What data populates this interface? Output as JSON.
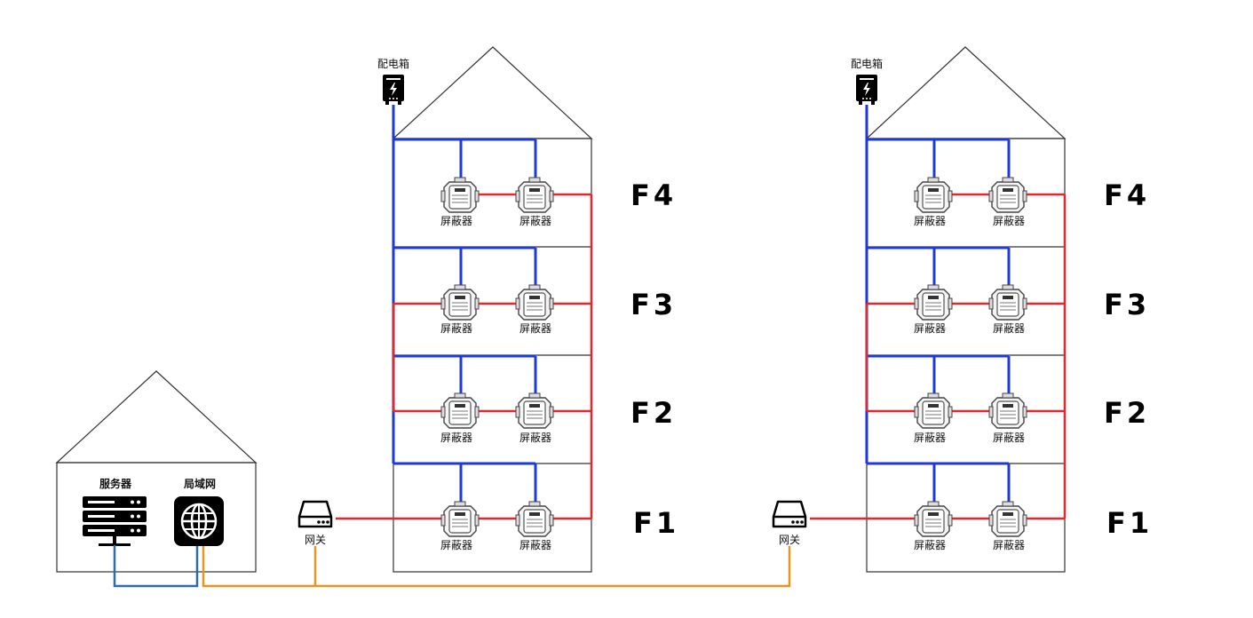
{
  "colors": {
    "power_line": "#1e3ad6",
    "signal_line": "#e3282d",
    "lan_line": "#2e6da4",
    "gateway_line": "#e8951f",
    "outline": "#333333"
  },
  "left_building": {
    "distribution_box_label": "配电箱",
    "floors": [
      {
        "floor_label": "F4",
        "device_labels": [
          "屏蔽器",
          "屏蔽器"
        ]
      },
      {
        "floor_label": "F3",
        "device_labels": [
          "屏蔽器",
          "屏蔽器"
        ]
      },
      {
        "floor_label": "F2",
        "device_labels": [
          "屏蔽器",
          "屏蔽器"
        ]
      },
      {
        "floor_label": "F1",
        "device_labels": [
          "屏蔽器",
          "屏蔽器"
        ]
      }
    ],
    "gateway_label": "网关"
  },
  "right_building": {
    "distribution_box_label": "配电箱",
    "floors": [
      {
        "floor_label": "F4",
        "device_labels": [
          "屏蔽器",
          "屏蔽器"
        ]
      },
      {
        "floor_label": "F3",
        "device_labels": [
          "屏蔽器",
          "屏蔽器"
        ]
      },
      {
        "floor_label": "F2",
        "device_labels": [
          "屏蔽器",
          "屏蔽器"
        ]
      },
      {
        "floor_label": "F1",
        "device_labels": [
          "屏蔽器",
          "屏蔽器"
        ]
      }
    ],
    "gateway_label": "网关"
  },
  "control_room": {
    "server_label": "服务器",
    "lan_label": "局域网",
    "icons": [
      "server-icon",
      "globe-icon",
      "router-icon",
      "electric-box-icon",
      "jammer-icon"
    ]
  }
}
